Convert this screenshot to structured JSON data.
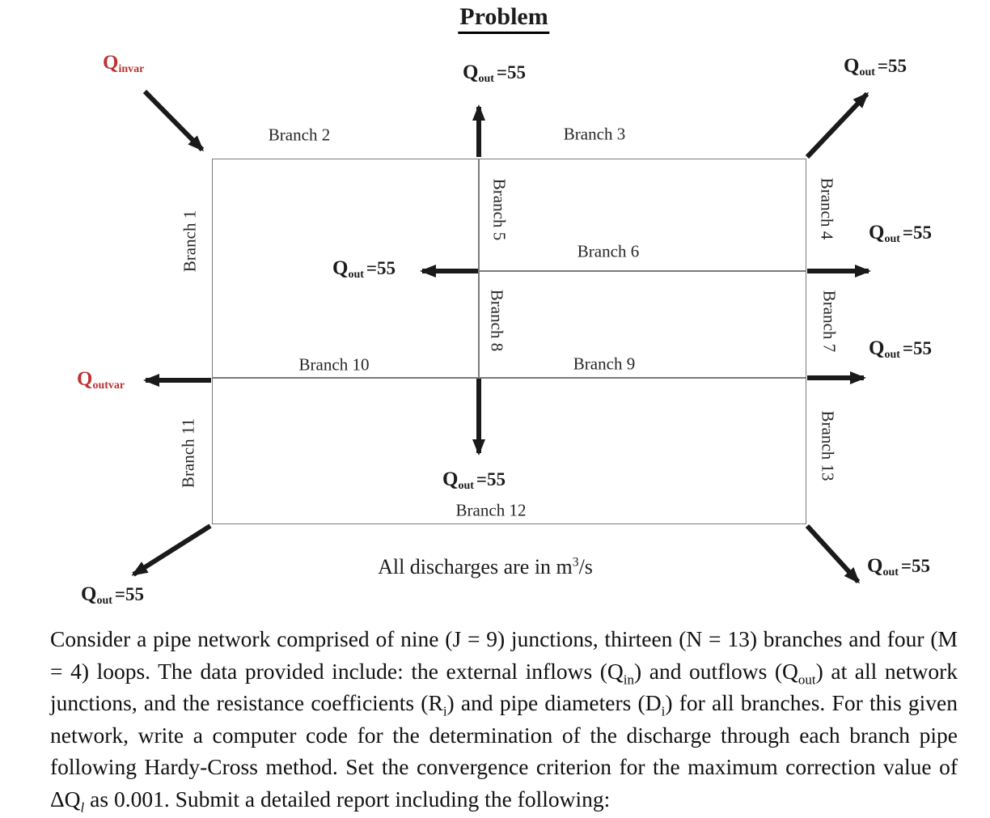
{
  "title": "Problem",
  "diagram": {
    "inflow_var": {
      "base": "Q",
      "sub": "invar"
    },
    "outflow_var": {
      "base": "Q",
      "sub": "outvar"
    },
    "outflow": {
      "base": "Q",
      "sub": "out",
      "value": "=55"
    },
    "branches": {
      "b1": "Branch 1",
      "b2": "Branch 2",
      "b3": "Branch 3",
      "b4": "Branch 4",
      "b5": "Branch 5",
      "b6": "Branch 6",
      "b7": "Branch 7",
      "b8": "Branch 8",
      "b9": "Branch 9",
      "b10": "Branch 10",
      "b11": "Branch 11",
      "b12": "Branch 12",
      "b13": "Branch 13"
    },
    "note": {
      "prefix": "All discharges are in m",
      "sup": "3",
      "suffix": "/s"
    },
    "colors": {
      "accent_red": "#bc3434",
      "line_gray": "#7b7b7b",
      "arrow_black": "#1a1a1a"
    }
  },
  "paragraph": {
    "s0": "Consider a pipe network comprised of nine (J = 9) junctions, thirteen (N = 13) branches and four (M = 4) loops. The data provided include: the external inflows (Q",
    "sub0": "in",
    "s1": ") and outflows (Q",
    "sub1": "out",
    "s2": ") at all network junctions, and the resistance coefficients (R",
    "sub2": "i",
    "s3": ") and pipe diameters (D",
    "sub3": "i",
    "s4": ") for all branches. For this given network, write a computer code for the determination of the discharge through each branch pipe following Hardy-Cross method. Set the convergence criterion for the maximum correction value of ΔQ",
    "sub4": "l",
    "s5": "  as 0.001. Submit a detailed report including the following:"
  }
}
